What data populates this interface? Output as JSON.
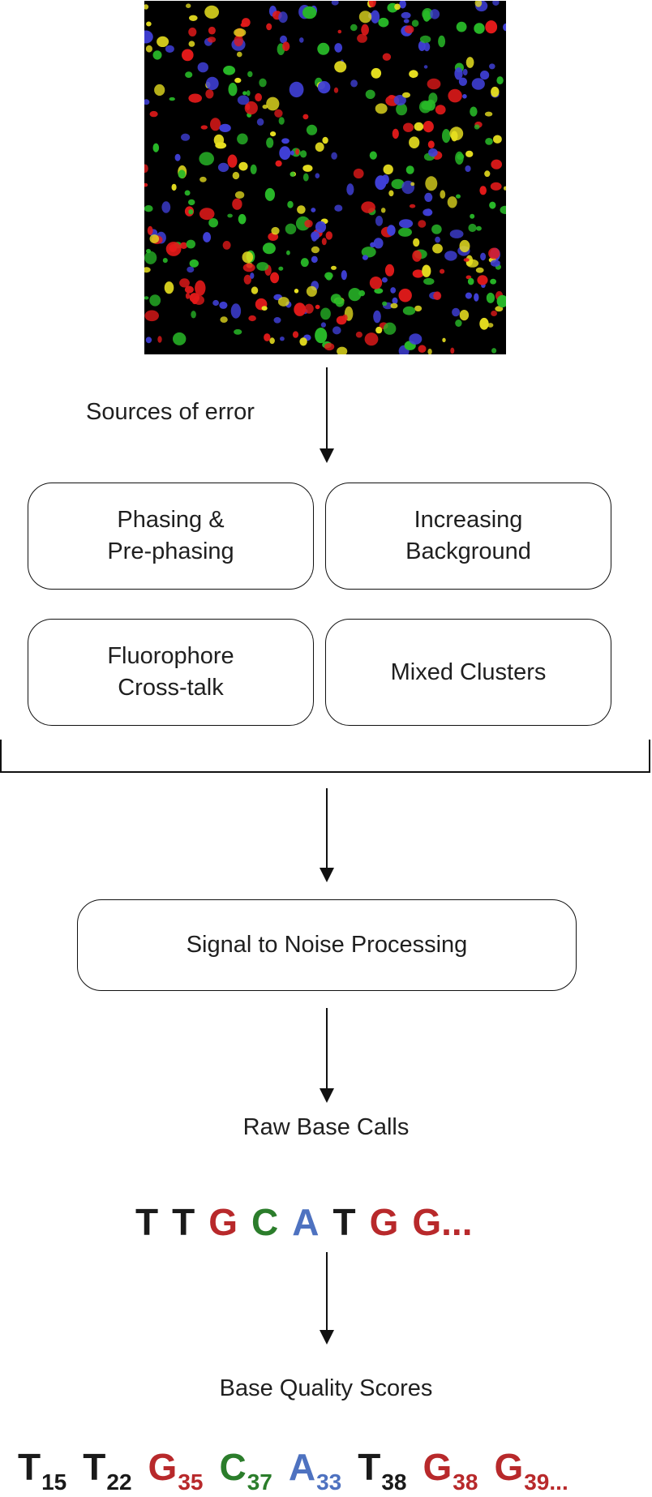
{
  "colors": {
    "black": "#1a1a1a",
    "red": "#b8292b",
    "green": "#2b7d2b",
    "blue": "#4e72c0"
  },
  "microscopy_image": {
    "spot_colors": [
      "#e41a1a",
      "#28b828",
      "#e8e020",
      "#4040d8"
    ]
  },
  "sources_label": "Sources of error",
  "error_boxes": [
    {
      "line1": "Phasing &",
      "line2": "Pre-phasing"
    },
    {
      "line1": "Increasing",
      "line2": "Background"
    },
    {
      "line1": "Fluorophore",
      "line2": "Cross-talk"
    },
    {
      "line1": "Mixed Clusters",
      "line2": ""
    }
  ],
  "process_box": "Signal to Noise Processing",
  "raw_calls_label": "Raw Base Calls",
  "raw_sequence": [
    {
      "base": "T",
      "color": "black"
    },
    {
      "base": "T",
      "color": "black"
    },
    {
      "base": "G",
      "color": "red"
    },
    {
      "base": "C",
      "color": "green"
    },
    {
      "base": "A",
      "color": "blue"
    },
    {
      "base": "T",
      "color": "black"
    },
    {
      "base": "G",
      "color": "red"
    },
    {
      "base": "G...",
      "color": "red"
    }
  ],
  "quality_label": "Base Quality Scores",
  "quality_sequence": [
    {
      "base": "T",
      "score": "15",
      "color": "black"
    },
    {
      "base": "T",
      "score": "22",
      "color": "black"
    },
    {
      "base": "G",
      "score": "35",
      "color": "red"
    },
    {
      "base": "C",
      "score": "37",
      "color": "green"
    },
    {
      "base": "A",
      "score": "33",
      "color": "blue"
    },
    {
      "base": "T",
      "score": "38",
      "color": "black"
    },
    {
      "base": "G",
      "score": "38",
      "color": "red"
    },
    {
      "base": "G",
      "score": "39...",
      "color": "red"
    }
  ]
}
